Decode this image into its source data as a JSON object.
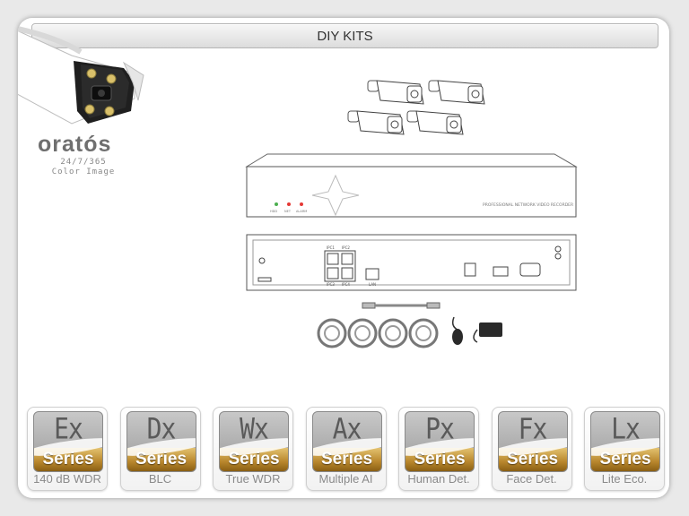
{
  "header": {
    "title": "DIY KITS"
  },
  "brand": {
    "name": "oratós",
    "tagline_1": "24/7/365",
    "tagline_2": "Color Image"
  },
  "nvr": {
    "front_text": "PROFESSIONAL NETWORK VIDEO RECORDER",
    "front_leds": [
      "HDD",
      "NET",
      "ALARM"
    ],
    "poe_ports": [
      "IPC1",
      "IPC2",
      "IPC3",
      "IPC4"
    ],
    "lan_label": "LAN"
  },
  "series": [
    {
      "code": "Ex",
      "badge_label": "Series",
      "caption": "140 dB WDR"
    },
    {
      "code": "Dx",
      "badge_label": "Series",
      "caption": "BLC"
    },
    {
      "code": "Wx",
      "badge_label": "Series",
      "caption": "True WDR"
    },
    {
      "code": "Ax",
      "badge_label": "Series",
      "caption": "Multiple AI"
    },
    {
      "code": "Px",
      "badge_label": "Series",
      "caption": "Human Det."
    },
    {
      "code": "Fx",
      "badge_label": "Series",
      "caption": "Face Det."
    },
    {
      "code": "Lx",
      "badge_label": "Series",
      "caption": "Lite Eco."
    }
  ]
}
